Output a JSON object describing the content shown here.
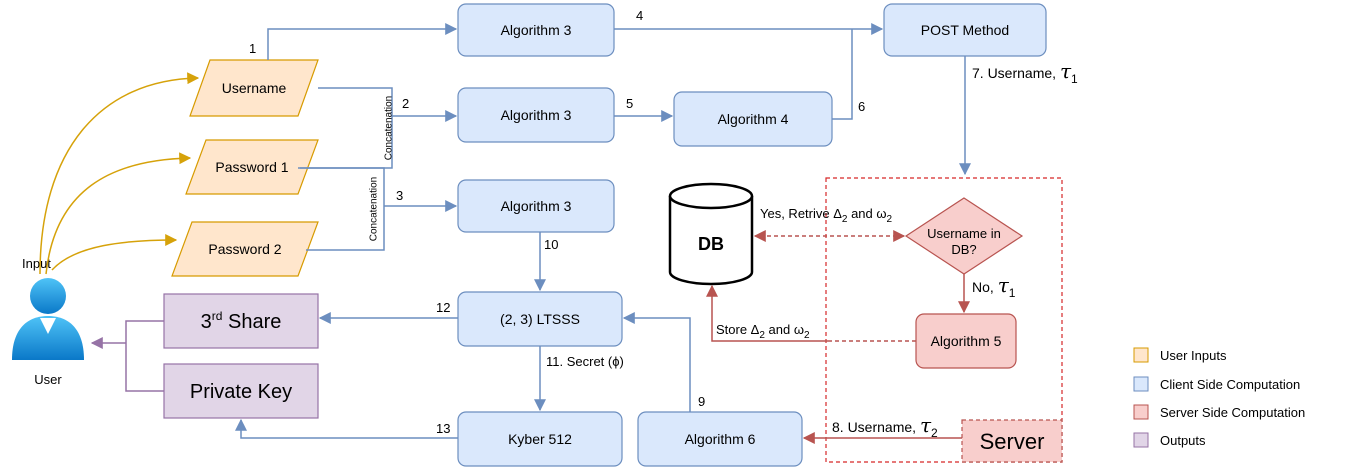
{
  "user": {
    "input_label": "Input",
    "name": "User"
  },
  "inputs": {
    "username": "Username",
    "password1": "Password 1",
    "password2": "Password 2"
  },
  "concat_label": "Concatenation",
  "client": {
    "algo3_top": "Algorithm 3",
    "algo3_mid": "Algorithm 3",
    "algo3_low": "Algorithm 3",
    "algo4": "Algorithm 4",
    "post": "POST Method",
    "ltsss": "(2, 3) LTSSS",
    "kyber": "Kyber 512",
    "algo6": "Algorithm 6"
  },
  "server": {
    "db": "DB",
    "decision_line1": "Username in",
    "decision_line2": "DB?",
    "algo5": "Algorithm 5",
    "label": "Server"
  },
  "outputs": {
    "share_base": "3",
    "share_sup": "rd",
    "share_rest": " Share",
    "private_key": "Private Key"
  },
  "edges": {
    "e1": "1",
    "e2": "2",
    "e3": "3",
    "e4": "4",
    "e5": "5",
    "e6": "6",
    "e7_text": "7. Username, ",
    "e8_text": "8. Username, ",
    "e9": "9",
    "e10": "10",
    "e11": "11. Secret (ϕ)",
    "e12": "12",
    "e13": "13",
    "tau": "τ",
    "tau1_sub": "1",
    "tau2_sub": "2",
    "yes_text": "Yes, Retrive Δ",
    "yes_sub": "2",
    "and_text": " and ω",
    "omega_sub": "2",
    "no_text": "No, ",
    "store_text": "Store Δ"
  },
  "legend": [
    {
      "label": "User Inputs",
      "color": "#ffe6cc",
      "border": "#d79b00"
    },
    {
      "label": "Client Side Computation",
      "color": "#dae8fc",
      "border": "#6c8ebf"
    },
    {
      "label": "Server Side Computation",
      "color": "#f8cecc",
      "border": "#b85450"
    },
    {
      "label": "Outputs",
      "color": "#e1d5e7",
      "border": "#9673a6"
    }
  ],
  "colors": {
    "blue_edge": "#6c8ebf",
    "orange_edge": "#d6a20a",
    "red_edge": "#b85450",
    "purple_edge": "#9673a6"
  }
}
